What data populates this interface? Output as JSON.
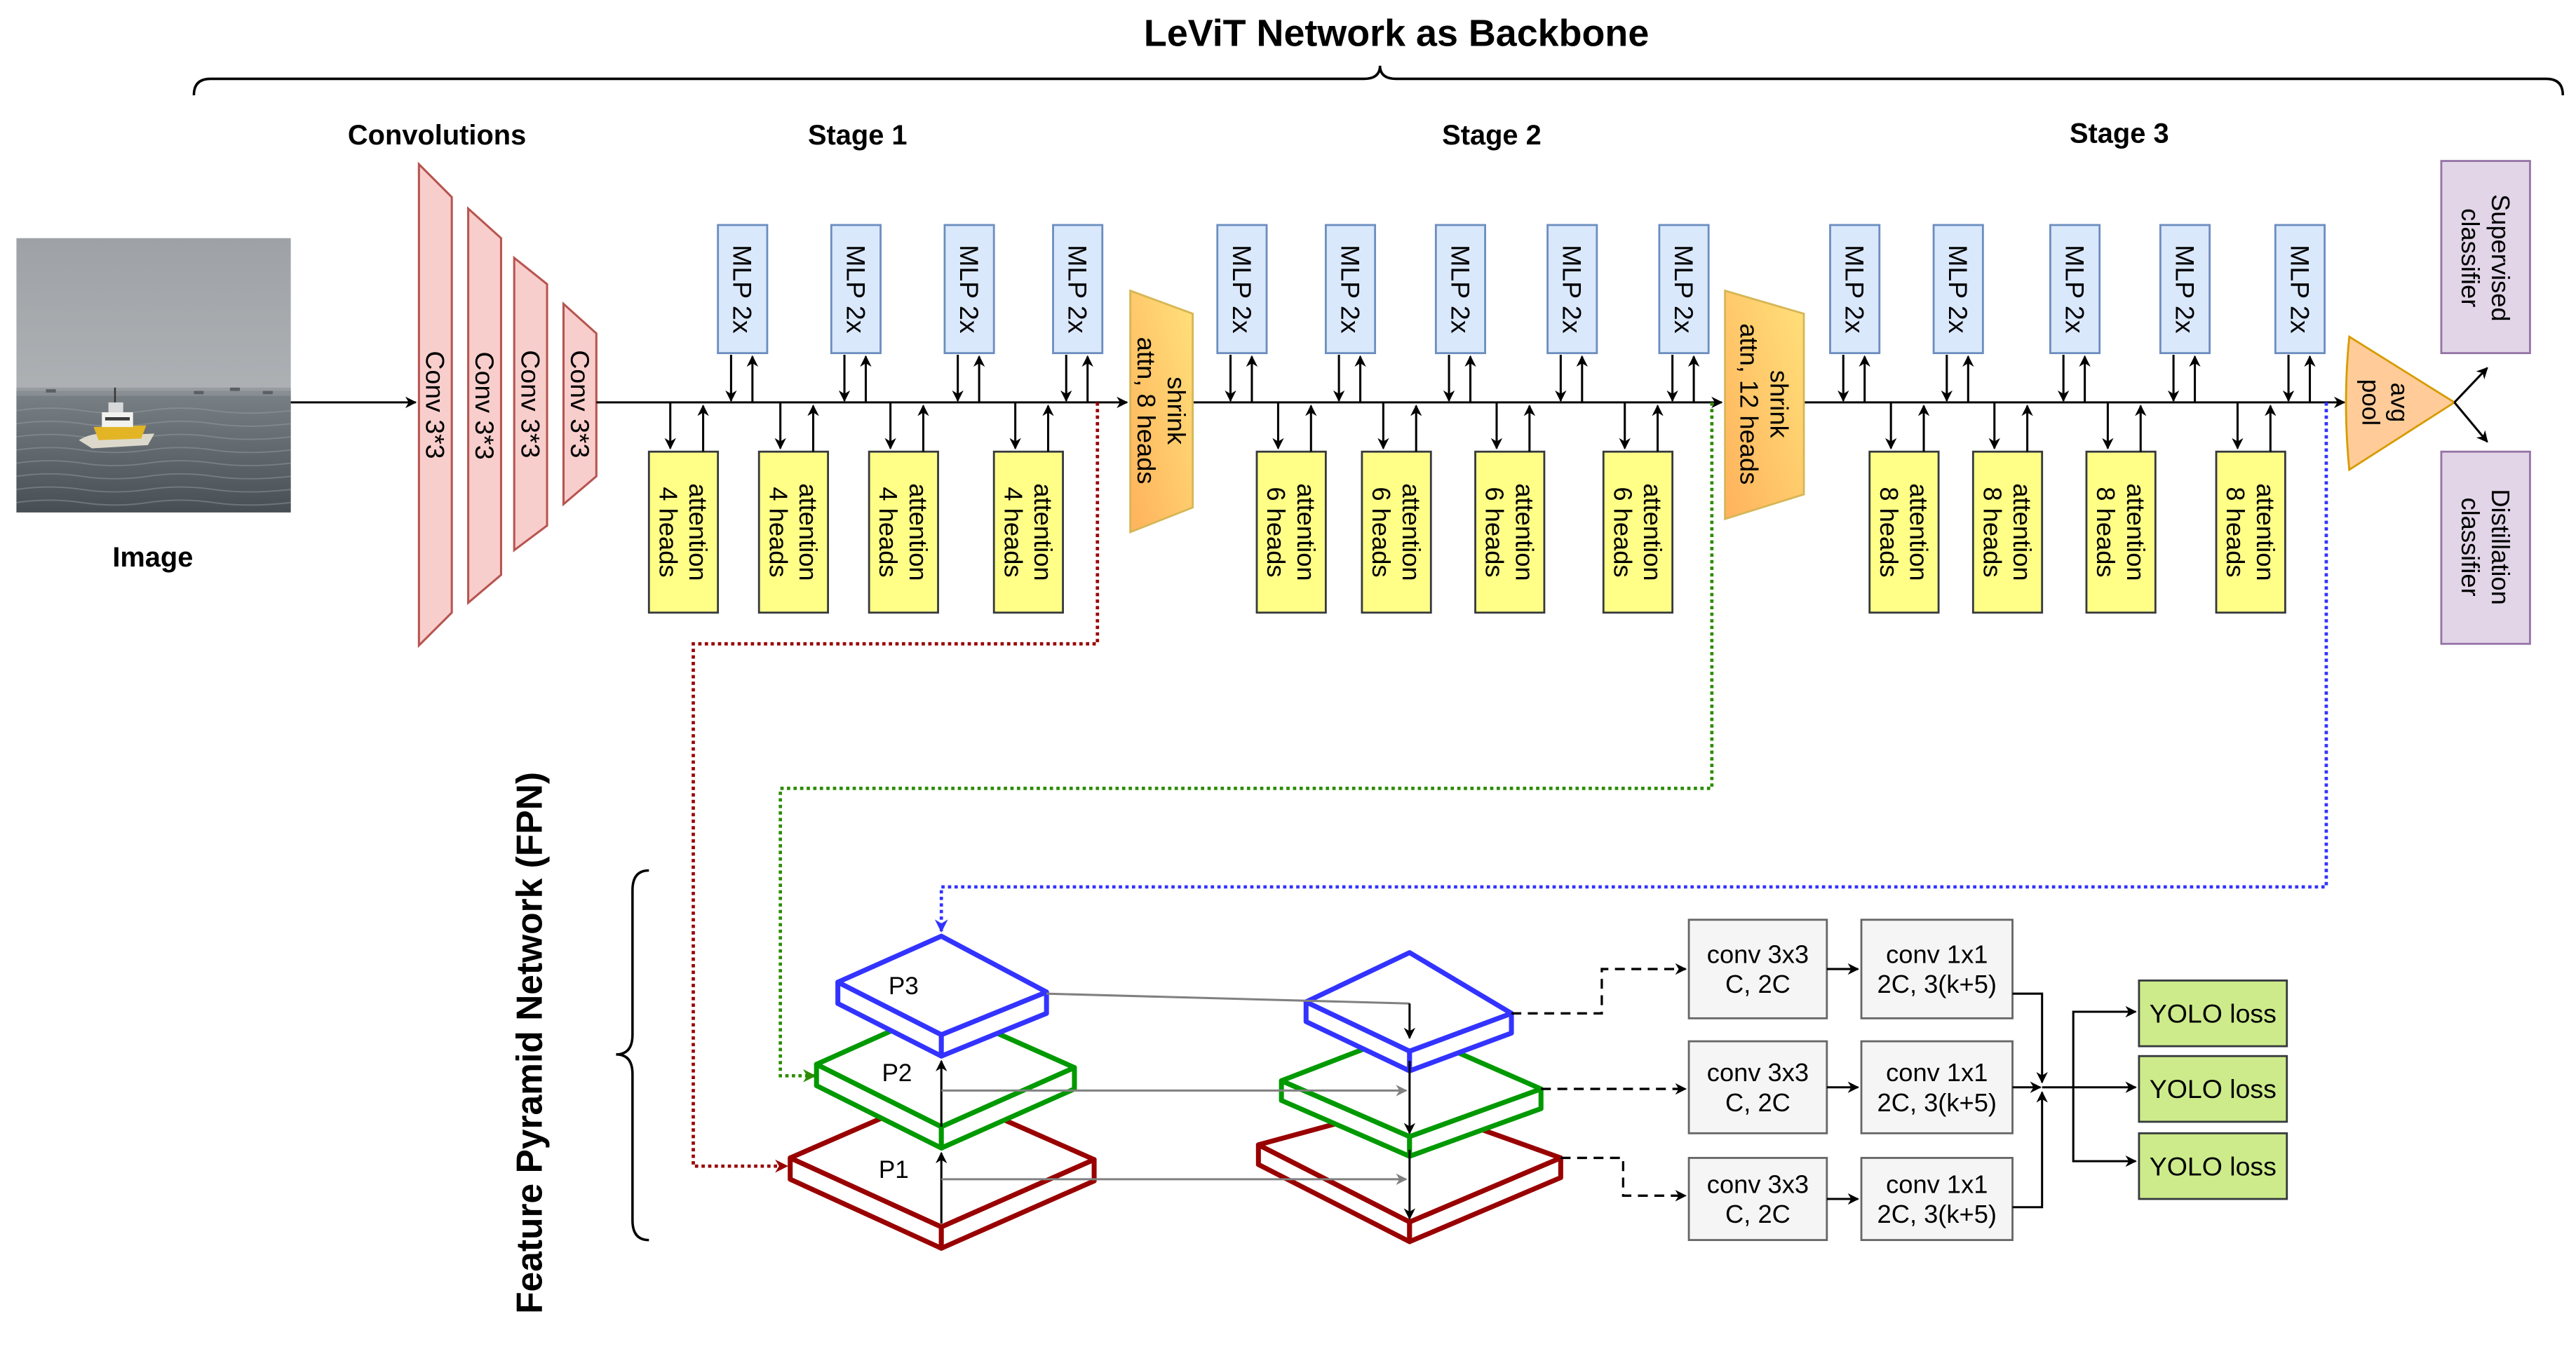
{
  "title": "LeViT Network as Backbone",
  "headings": {
    "convolutions": "Convolutions",
    "stage1": "Stage 1",
    "stage2": "Stage 2",
    "stage3": "Stage 3"
  },
  "input": {
    "label": "Image"
  },
  "convs": [
    "Conv 3*3",
    "Conv 3*3",
    "Conv 3*3",
    "Conv 3*3"
  ],
  "stages": [
    {
      "mlp": [
        "MLP 2x",
        "MLP 2x",
        "MLP 2x",
        "MLP 2x"
      ],
      "attention": [
        [
          "attention",
          "4 heads"
        ],
        [
          "attention",
          "4 heads"
        ],
        [
          "attention",
          "4 heads"
        ],
        [
          "attention",
          "4 heads"
        ]
      ]
    },
    {
      "mlp": [
        "MLP 2x",
        "MLP 2x",
        "MLP 2x",
        "MLP 2x",
        "MLP 2x"
      ],
      "attention": [
        [
          "attention",
          "6 heads"
        ],
        [
          "attention",
          "6 heads"
        ],
        [
          "attention",
          "6 heads"
        ],
        [
          "attention",
          "6 heads"
        ]
      ]
    },
    {
      "mlp": [
        "MLP 2x",
        "MLP 2x",
        "MLP 2x",
        "MLP 2x",
        "MLP 2x"
      ],
      "attention": [
        [
          "attention",
          "8 heads"
        ],
        [
          "attention",
          "8 heads"
        ],
        [
          "attention",
          "8 heads"
        ],
        [
          "attention",
          "8 heads"
        ]
      ]
    }
  ],
  "shrink": [
    [
      "shrink",
      "attn, 8 heads"
    ],
    [
      "shrink",
      "attn, 12 heads"
    ]
  ],
  "pool": [
    "avg",
    "pool"
  ],
  "classifiers": {
    "supervised": [
      "Supervised",
      "classifier"
    ],
    "distillation": [
      "Distillation",
      "classifier"
    ]
  },
  "fpn": {
    "title": "Feature Pyramid Network (FPN)",
    "levels": [
      "P3",
      "P2",
      "P1"
    ]
  },
  "heads": [
    {
      "conv3x3": [
        "conv 3x3",
        "C, 2C"
      ],
      "conv1x1": [
        "conv 1x1",
        "2C, 3(k+5)"
      ]
    },
    {
      "conv3x3": [
        "conv 3x3",
        "C, 2C"
      ],
      "conv1x1": [
        "conv 1x1",
        "2C, 3(k+5)"
      ]
    },
    {
      "conv3x3": [
        "conv 3x3",
        "C, 2C"
      ],
      "conv1x1": [
        "conv 1x1",
        "2C, 3(k+5)"
      ]
    }
  ],
  "losses": [
    "YOLO loss",
    "YOLO loss",
    "YOLO loss"
  ],
  "colors": {
    "conv": "#f8cecc",
    "conv_stroke": "#b85450",
    "mlp": "#dae8fc",
    "mlp_stroke": "#6c8ebf",
    "attention": "#ffff88",
    "attention_stroke": "#36393d",
    "shrink_light": "#ffe17a",
    "shrink_dark": "#ffb25c",
    "shrink_stroke": "#d6b656",
    "pool": "#ffcc99",
    "pool_stroke": "#d79b00",
    "classifier": "#e1d5e7",
    "classifier_stroke": "#9673a6",
    "p1": "#990000",
    "p2": "#009900",
    "p3": "#3333ff",
    "link_p1": "#990000",
    "link_p2": "#2b8c00",
    "link_p3": "#3333ff",
    "lateral": "#808080",
    "head": "#f5f5f5",
    "head_stroke": "#666666",
    "loss": "#cdeb8b",
    "loss_stroke": "#36393d"
  }
}
